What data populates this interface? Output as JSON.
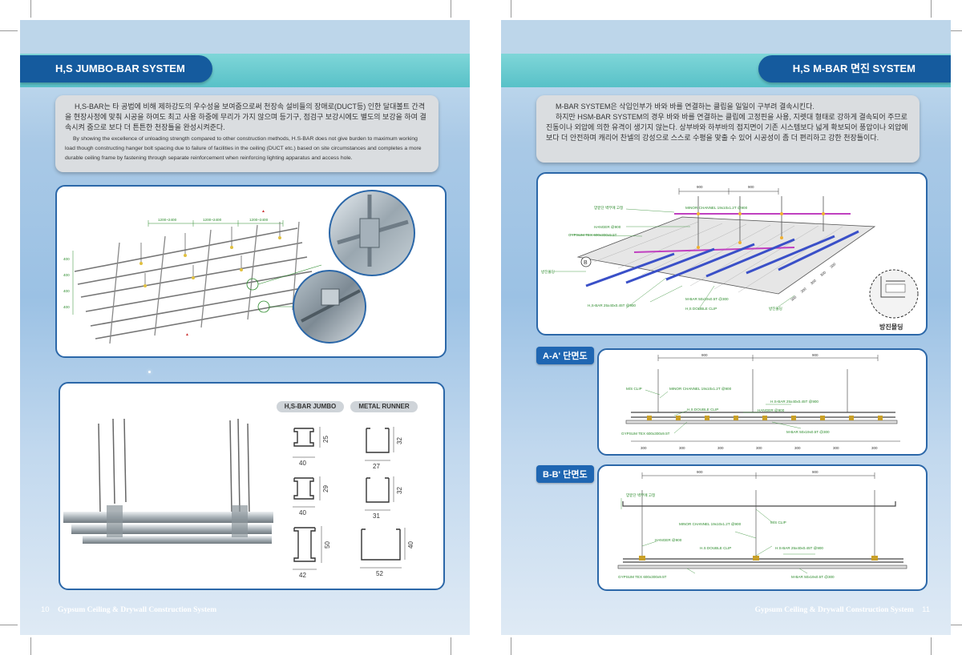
{
  "left_page": {
    "header_title": "H,S JUMBO-BAR SYSTEM",
    "intro_korean": "H,S-BAR는 타 공법에 비해 제하강도의 우수성을 보여줌으로써 천장속 설비들의 장애로(DUCT등) 인한 달대볼트 간격을 현장사정에 맞춰 시공을 하여도 최고 사용 하중에 무리가 가지 않으며 등기구, 점검구 보강시에도 별도의 보강을 하여 결속시켜 줌으로 보다 더 튼튼한 천장틀을 완성시켜준다.",
    "intro_english": "By showing the excellence of unloading strength compared to other construction methods, H.S-BAR does not give burden to maximum working load though constructing hanger bolt spacing due to failure of facilities in the ceiling (DUCT etc.) based on site circumstances and completes a more durable ceiling frame by fastening through separate reinforcement when reinforcing lighting apparatus and access hole.",
    "grid_dims": [
      "1200~2400",
      "1200~2400",
      "1200~2400"
    ],
    "side_dims": [
      "400",
      "400",
      "400",
      "400"
    ],
    "profiles": {
      "jumbo_label": "H,S-BAR JUMBO",
      "runner_label": "METAL RUNNER",
      "jumbo": [
        {
          "w": "40",
          "h": "25"
        },
        {
          "w": "40",
          "h": "29"
        },
        {
          "w": "42",
          "h": "50"
        }
      ],
      "runner": [
        {
          "w": "27",
          "h": "32"
        },
        {
          "w": "31",
          "h": "32"
        },
        {
          "w": "52",
          "h": "40"
        }
      ]
    },
    "page_number": "10",
    "footer_text": "Gypsum Ceiling  & Drywall Construction System"
  },
  "right_page": {
    "header_title": "H,S M-BAR 면진 SYSTEM",
    "intro_korean_1": "M-BAR SYSTEM은 삭입인부가 바와 바를 연결하는 클립을 일일이 구부려 결속시킨다.",
    "intro_korean_2": "하지만 HSM-BAR SYSTEM의 경우 바와 바를 연결하는 클립에 고정핀을 사용, 지렛대 형태로 강하게 결속되어 주므로 진동이나 외압에 의한 유격이 생기지 않는다. 상부바와 하부바의 접지면이 기존 시스템보다 넓게 확보되어 풍압이나 외압에 보다 더 안전하며 캐리어 찬넬의 강성으로 스스로 수평을 맞출 수 있어 시공성이 좀 더 편리하고 강한 천장틀이다.",
    "iso_labels": {
      "wall_fix": "양끝단 벽부에 고정",
      "minor_channel": "MINOR CHANNEL 19x10x1.2T @900",
      "hanger": "HANGER @900",
      "gypsum": "GYPSUM TEX 600x300x9.5T",
      "seismic_mold_small": "방진몰딩",
      "msbar": "M-BAR 50x19x0.5T @300",
      "hsbar": "H,S-BAR 25x40x0.45T @900",
      "double_clip": "H,S DOUBLE CLIP",
      "seismic_mold_mid": "방진몰딩",
      "seismic_mold_callout": "방진몰딩",
      "dim_900a": "900",
      "dim_900b": "900",
      "dim_300": [
        "300",
        "300",
        "300",
        "300",
        "300"
      ],
      "marker": "B"
    },
    "section_aa": {
      "label": "A-A' 단면도",
      "ms_clip": "M/S CLIP",
      "minor_channel": "MINOR CHANNEL 19x10x1.2T @900",
      "double_clip": "H,S DOUBLE CLIP",
      "hsbar": "H.S-BAR 25x40x0.45T @900",
      "hanger": "HANGER @900",
      "gypsum": "GYPSUM TEX 600x300x9.5T",
      "mbar": "M-BAR 50x19x0.5T @300",
      "top_dims": [
        "900",
        "900"
      ],
      "bottom_dims": [
        "300",
        "300",
        "300",
        "300",
        "300",
        "300",
        "300"
      ]
    },
    "section_bb": {
      "label": "B-B' 단면도",
      "wall_fix": "양끝단 벽부에 고정",
      "minor_channel": "MINOR CHANNEL 19x10x1.2T @900",
      "ms_clip": "M/S CLIP",
      "hanger": "HANGER @900",
      "double_clip": "H.S DOUBLE CLIP",
      "hsbar": "H.S-BAR 25x40x0.45T @900",
      "gypsum": "GYPSUM TEX 600x300x9.5T",
      "mbar": "M-BAR 50x19x0.5T @300",
      "top_dims": [
        "900",
        "900"
      ]
    },
    "page_number": "11",
    "footer_text": "Gypsum Ceiling  & Drywall Construction System"
  }
}
